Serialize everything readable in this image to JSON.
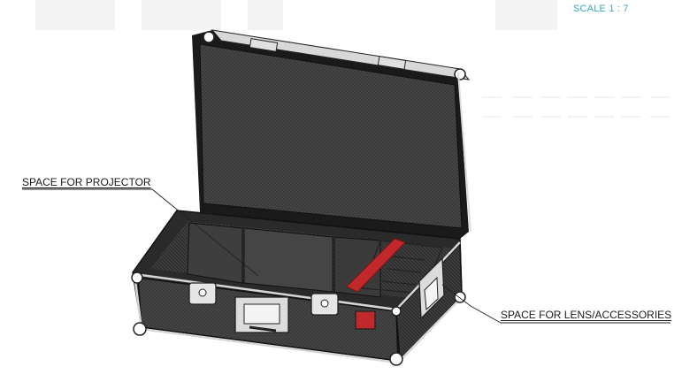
{
  "scale_label": "SCALE 1 : 7",
  "annotations": {
    "projector": "SPACE FOR PROJECTOR",
    "lens": "SPACE FOR LENS/ACCESSORIES"
  },
  "colors": {
    "accent_red": "#c0282b",
    "case_dark": "#3c3c3c",
    "trim": "#1a1a1a",
    "scale_text": "#3aa7c4"
  }
}
